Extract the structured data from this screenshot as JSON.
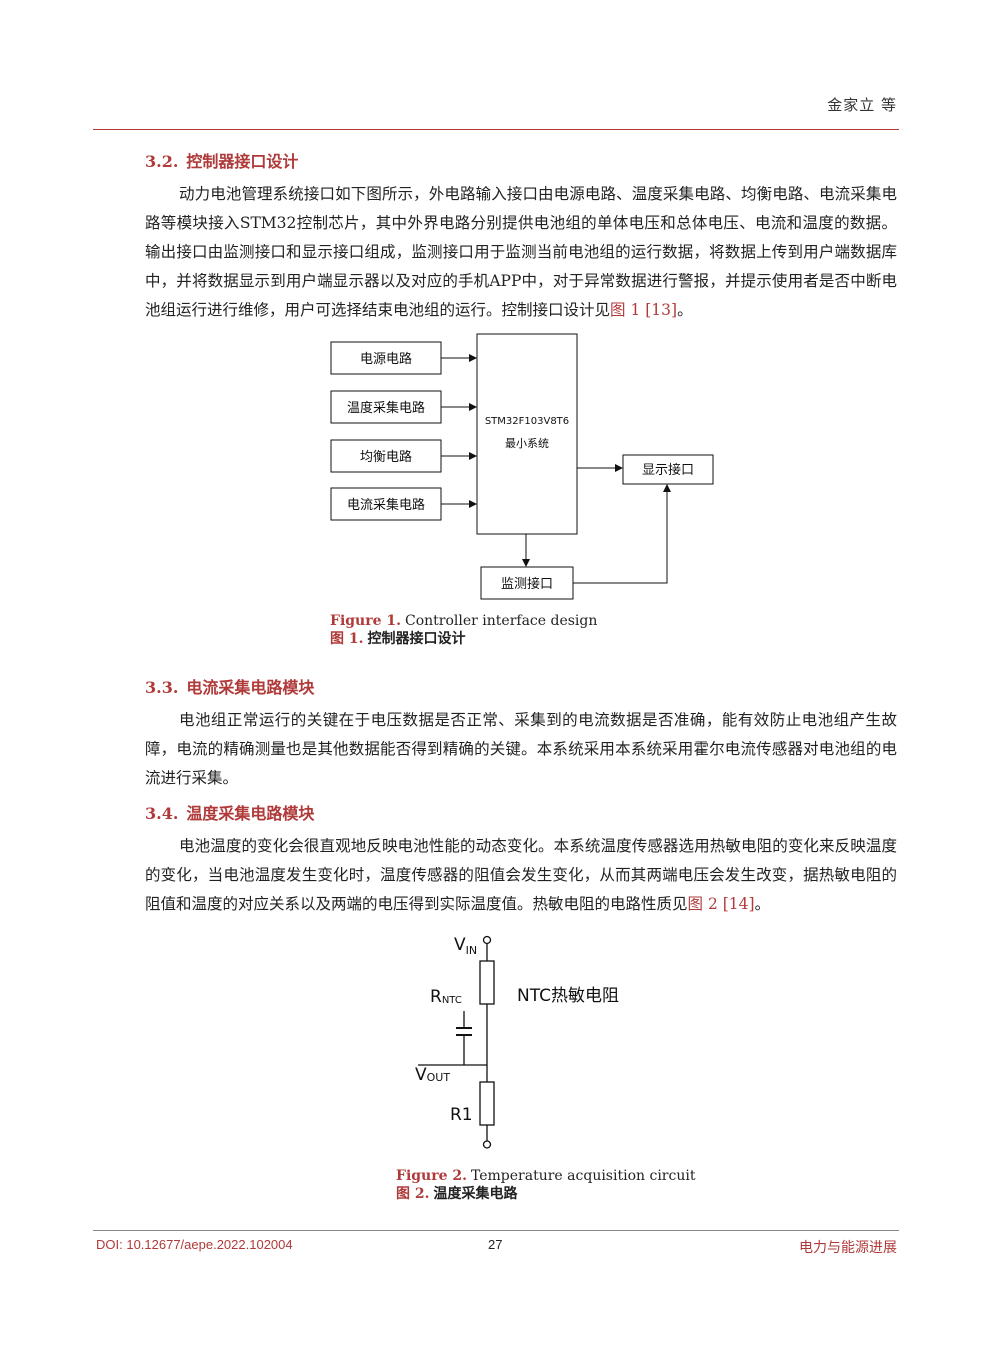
{
  "header": {
    "author": "金家立 等"
  },
  "section_3_2": {
    "number": "3.2.",
    "title": "控制器接口设计",
    "paragraph_main": "动力电池管理系统接口如下图所示，外电路输入接口由电源电路、温度采集电路、均衡电路、电流采集电路等模块接入STM32控制芯片，其中外界电路分别提供电池组的单体电压和总体电压、电流和温度的数据。输出接口由监测接口和显示接口组成，监测接口用于监测当前电池组的运行数据，将数据上传到用户端数据库中，并将数据显示到用户端显示器以及对应的手机APP中，对于异常数据进行警报，并提示使用者是否中断电池组运行进行维修，用户可选择结束电池组的运行。控制接口设计见",
    "paragraph_ref": "图 1 [13]",
    "paragraph_end": "。"
  },
  "figure1": {
    "inputs": [
      "电源电路",
      "温度采集电路",
      "均衡电路",
      "电流采集电路"
    ],
    "mcu_line1": "STM32F103V8T6",
    "mcu_line2": "最小系统",
    "display": "显示接口",
    "monitor": "监测接口",
    "caption_en_label": "Figure 1.",
    "caption_en": "Controller interface design",
    "caption_zh_label": "图 1.",
    "caption_zh": "控制器接口设计"
  },
  "section_3_3": {
    "number": "3.3.",
    "title": "电流采集电路模块",
    "paragraph": "电池组正常运行的关键在于电压数据是否正常、采集到的电流数据是否准确，能有效防止电池组产生故障，电流的精确测量也是其他数据能否得到精确的关键。本系统采用本系统采用霍尔电流传感器对电池组的电流进行采集。"
  },
  "section_3_4": {
    "number": "3.4.",
    "title": "温度采集电路模块",
    "paragraph_main": "电池温度的变化会很直观地反映电池性能的动态变化。本系统温度传感器选用热敏电阻的变化来反映温度的变化，当电池温度发生变化时，温度传感器的阻值会发生变化，从而其两端电压会发生改变，据热敏电阻的阻值和温度的对应关系以及两端的电压得到实际温度值。热敏电阻的电路性质见",
    "paragraph_ref": "图 2 [14]",
    "paragraph_end": "。"
  },
  "figure2": {
    "vin_main": "V",
    "vin_sub": "IN",
    "rntc_main": "R",
    "rntc_sub": "NTC",
    "ntc_label": "NTC热敏电阻",
    "vout_main": "V",
    "vout_sub": "OUT",
    "r1": "R1",
    "caption_en_label": "Figure 2.",
    "caption_en": "Temperature acquisition circuit",
    "caption_zh_label": "图 2.",
    "caption_zh": "温度采集电路"
  },
  "footer": {
    "doi": "DOI: 10.12677/aepe.2022.102004",
    "page": "27",
    "journal": "电力与能源进展"
  }
}
